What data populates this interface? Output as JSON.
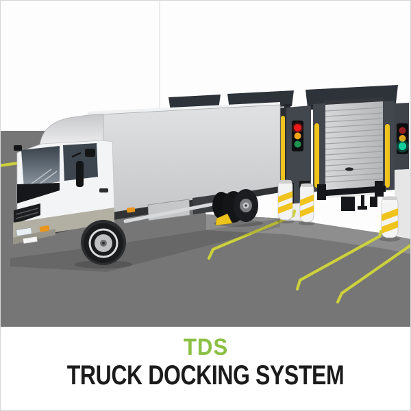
{
  "caption": {
    "acronym": "TDS",
    "title": "TRUCK DOCKING SYSTEM"
  },
  "colors": {
    "accent_green": "#8BC043",
    "title_text": "#1B1B1B",
    "wall_white": "#FDFDFD",
    "asphalt_gray": "#767676",
    "apron_gray": "#8E8E8E",
    "canopy_dark": "#2E3339",
    "shelter_panel": "#42474D",
    "door_gray": "#C9CACC",
    "safety_yellow": "#F0C31D",
    "lane_yellow": "#CDD13C",
    "truck_box": "#D3D4D6",
    "light_red_on": "#EE1A1A",
    "light_amber_on": "#F2A51B",
    "light_green_dim": "#1F9150",
    "light_red_dim": "#992121",
    "light_amber_dim": "#DCA41E",
    "light_green_on": "#12CFA0"
  },
  "scene": {
    "docks": [
      {
        "position": "left",
        "traffic_light": "red",
        "state": "occupied, truck docked"
      },
      {
        "position": "right",
        "traffic_light": "green",
        "state": "free, roller door closed"
      }
    ],
    "truck": "box truck reversed into left dock bay",
    "bollards": 3,
    "lane_markings": 3,
    "wheel_chock": "at truck rear wheel"
  }
}
